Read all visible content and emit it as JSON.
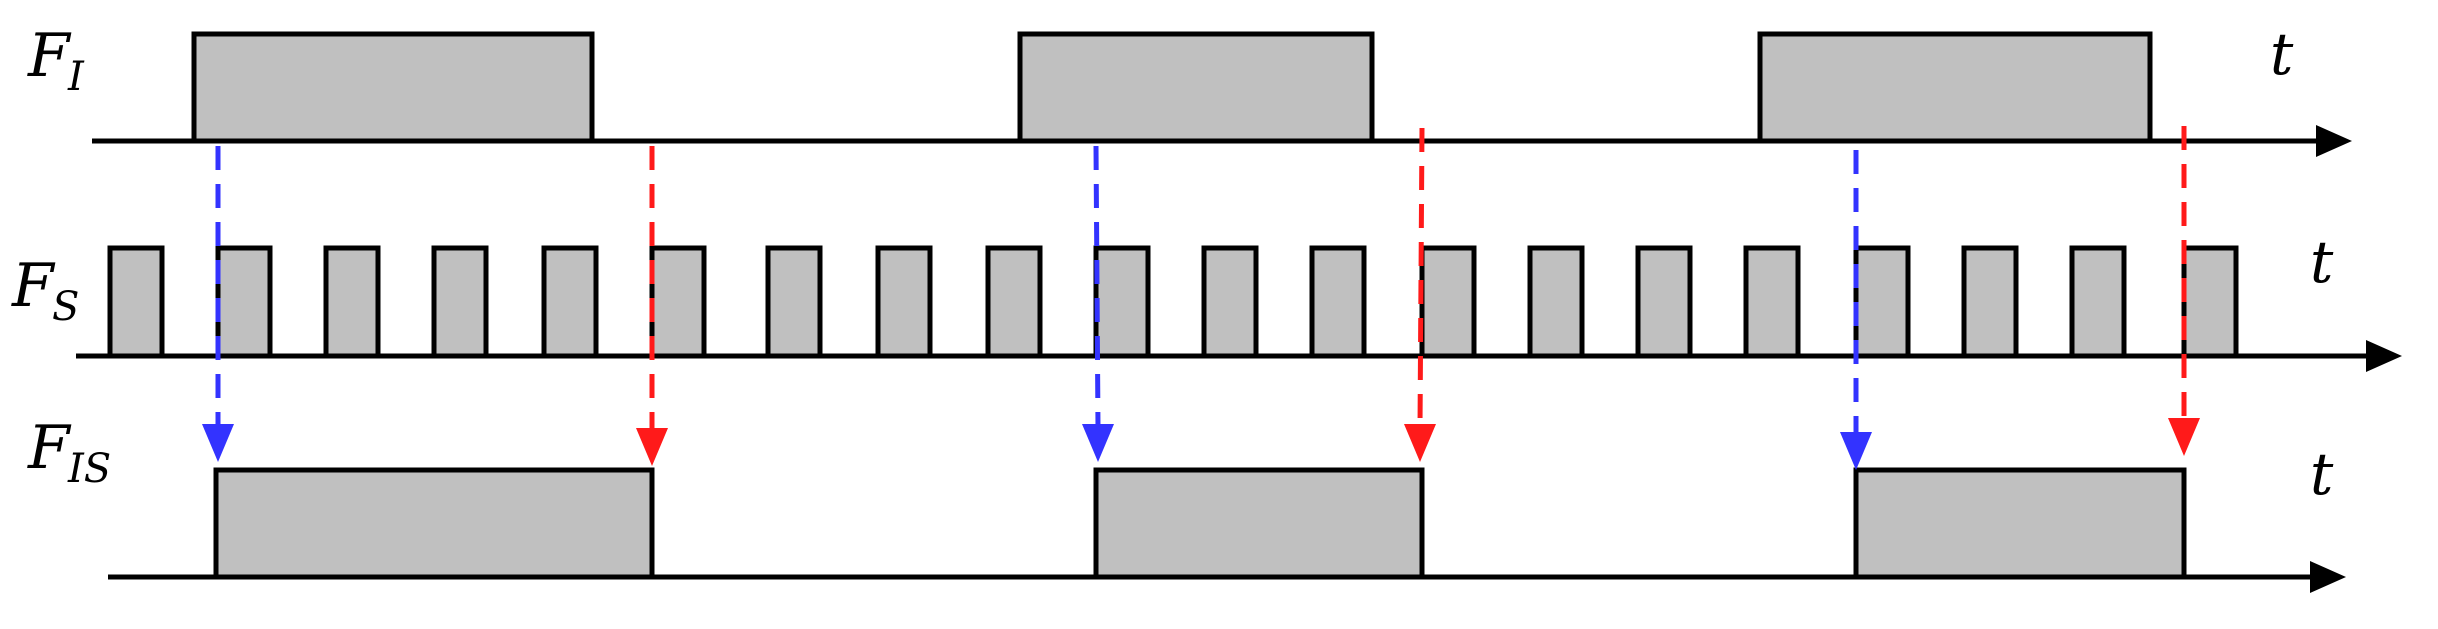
{
  "colors": {
    "pulse_fill": "#c0c0c0",
    "stroke": "#000000",
    "rising_marker": "#3333ff",
    "falling_marker": "#ff1a1a"
  },
  "rows": {
    "fi": {
      "label_main": "F",
      "label_sub": "I",
      "axis_label": "t"
    },
    "fs": {
      "label_main": "F",
      "label_sub": "S",
      "axis_label": "t"
    },
    "fis": {
      "label_main": "F",
      "label_sub": "IS",
      "axis_label": "t"
    }
  }
}
